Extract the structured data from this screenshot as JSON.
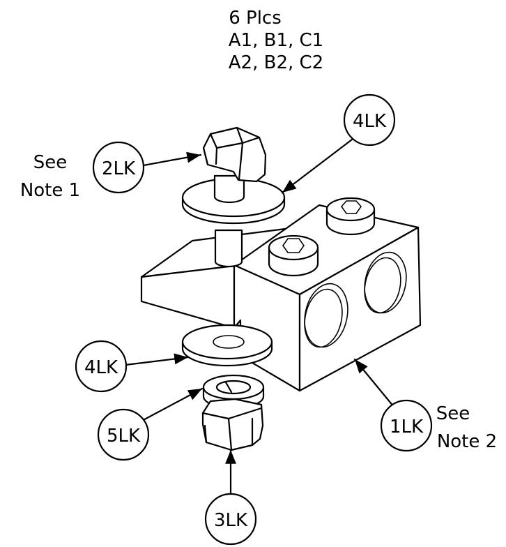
{
  "header": {
    "line1": "6 Plcs",
    "line2": "A1, B1, C1",
    "line3": "A2, B2, C2"
  },
  "balloons": {
    "b2lk": "2LK",
    "b4lk_top": "4LK",
    "b4lk_bottom": "4LK",
    "b5lk": "5LK",
    "b3lk": "3LK",
    "b1lk": "1LK"
  },
  "notes": {
    "note1_line1": "See",
    "note1_line2": "Note 1",
    "note2_line1": "See",
    "note2_line2": "Note 2"
  }
}
